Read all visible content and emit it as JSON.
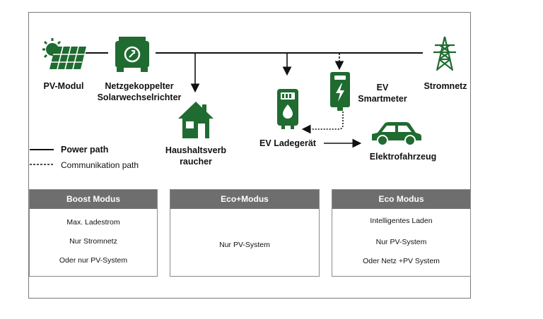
{
  "colors": {
    "accent": "#1f6b30",
    "header": "#6e6e6e",
    "border": "#7a7a7a"
  },
  "nodes": {
    "pv_module": {
      "label": "PV-Modul",
      "icon": "solar-panel-icon"
    },
    "inverter": {
      "label_line1": "Netzgekoppelter",
      "label_line2": "Solarwechselrichter",
      "icon": "inverter-icon"
    },
    "household": {
      "label_line1": "Haushaltsverb",
      "label_line2": "raucher",
      "icon": "house-icon"
    },
    "ev_charger": {
      "label": "EV Ladegerät",
      "icon": "ev-charger-icon"
    },
    "smartmeter": {
      "label_line1": "EV",
      "label_line2": "Smartmeter",
      "icon": "smartmeter-icon"
    },
    "grid": {
      "label": "Stromnetz",
      "icon": "power-tower-icon"
    },
    "ev": {
      "label": "Elektrofahrzeug",
      "icon": "car-icon"
    }
  },
  "legend": {
    "power": "Power path",
    "communication": "Communikation path"
  },
  "modes": [
    {
      "title": "Boost Modus",
      "items": [
        "Max. Ladestrom",
        "Nur Stromnetz",
        "Oder nur PV-System"
      ]
    },
    {
      "title": "Eco+Modus",
      "items": [
        "Nur PV-System"
      ]
    },
    {
      "title": "Eco Modus",
      "items": [
        "Intelligentes Laden",
        "Nur PV-System",
        "Oder Netz +PV System"
      ]
    }
  ]
}
